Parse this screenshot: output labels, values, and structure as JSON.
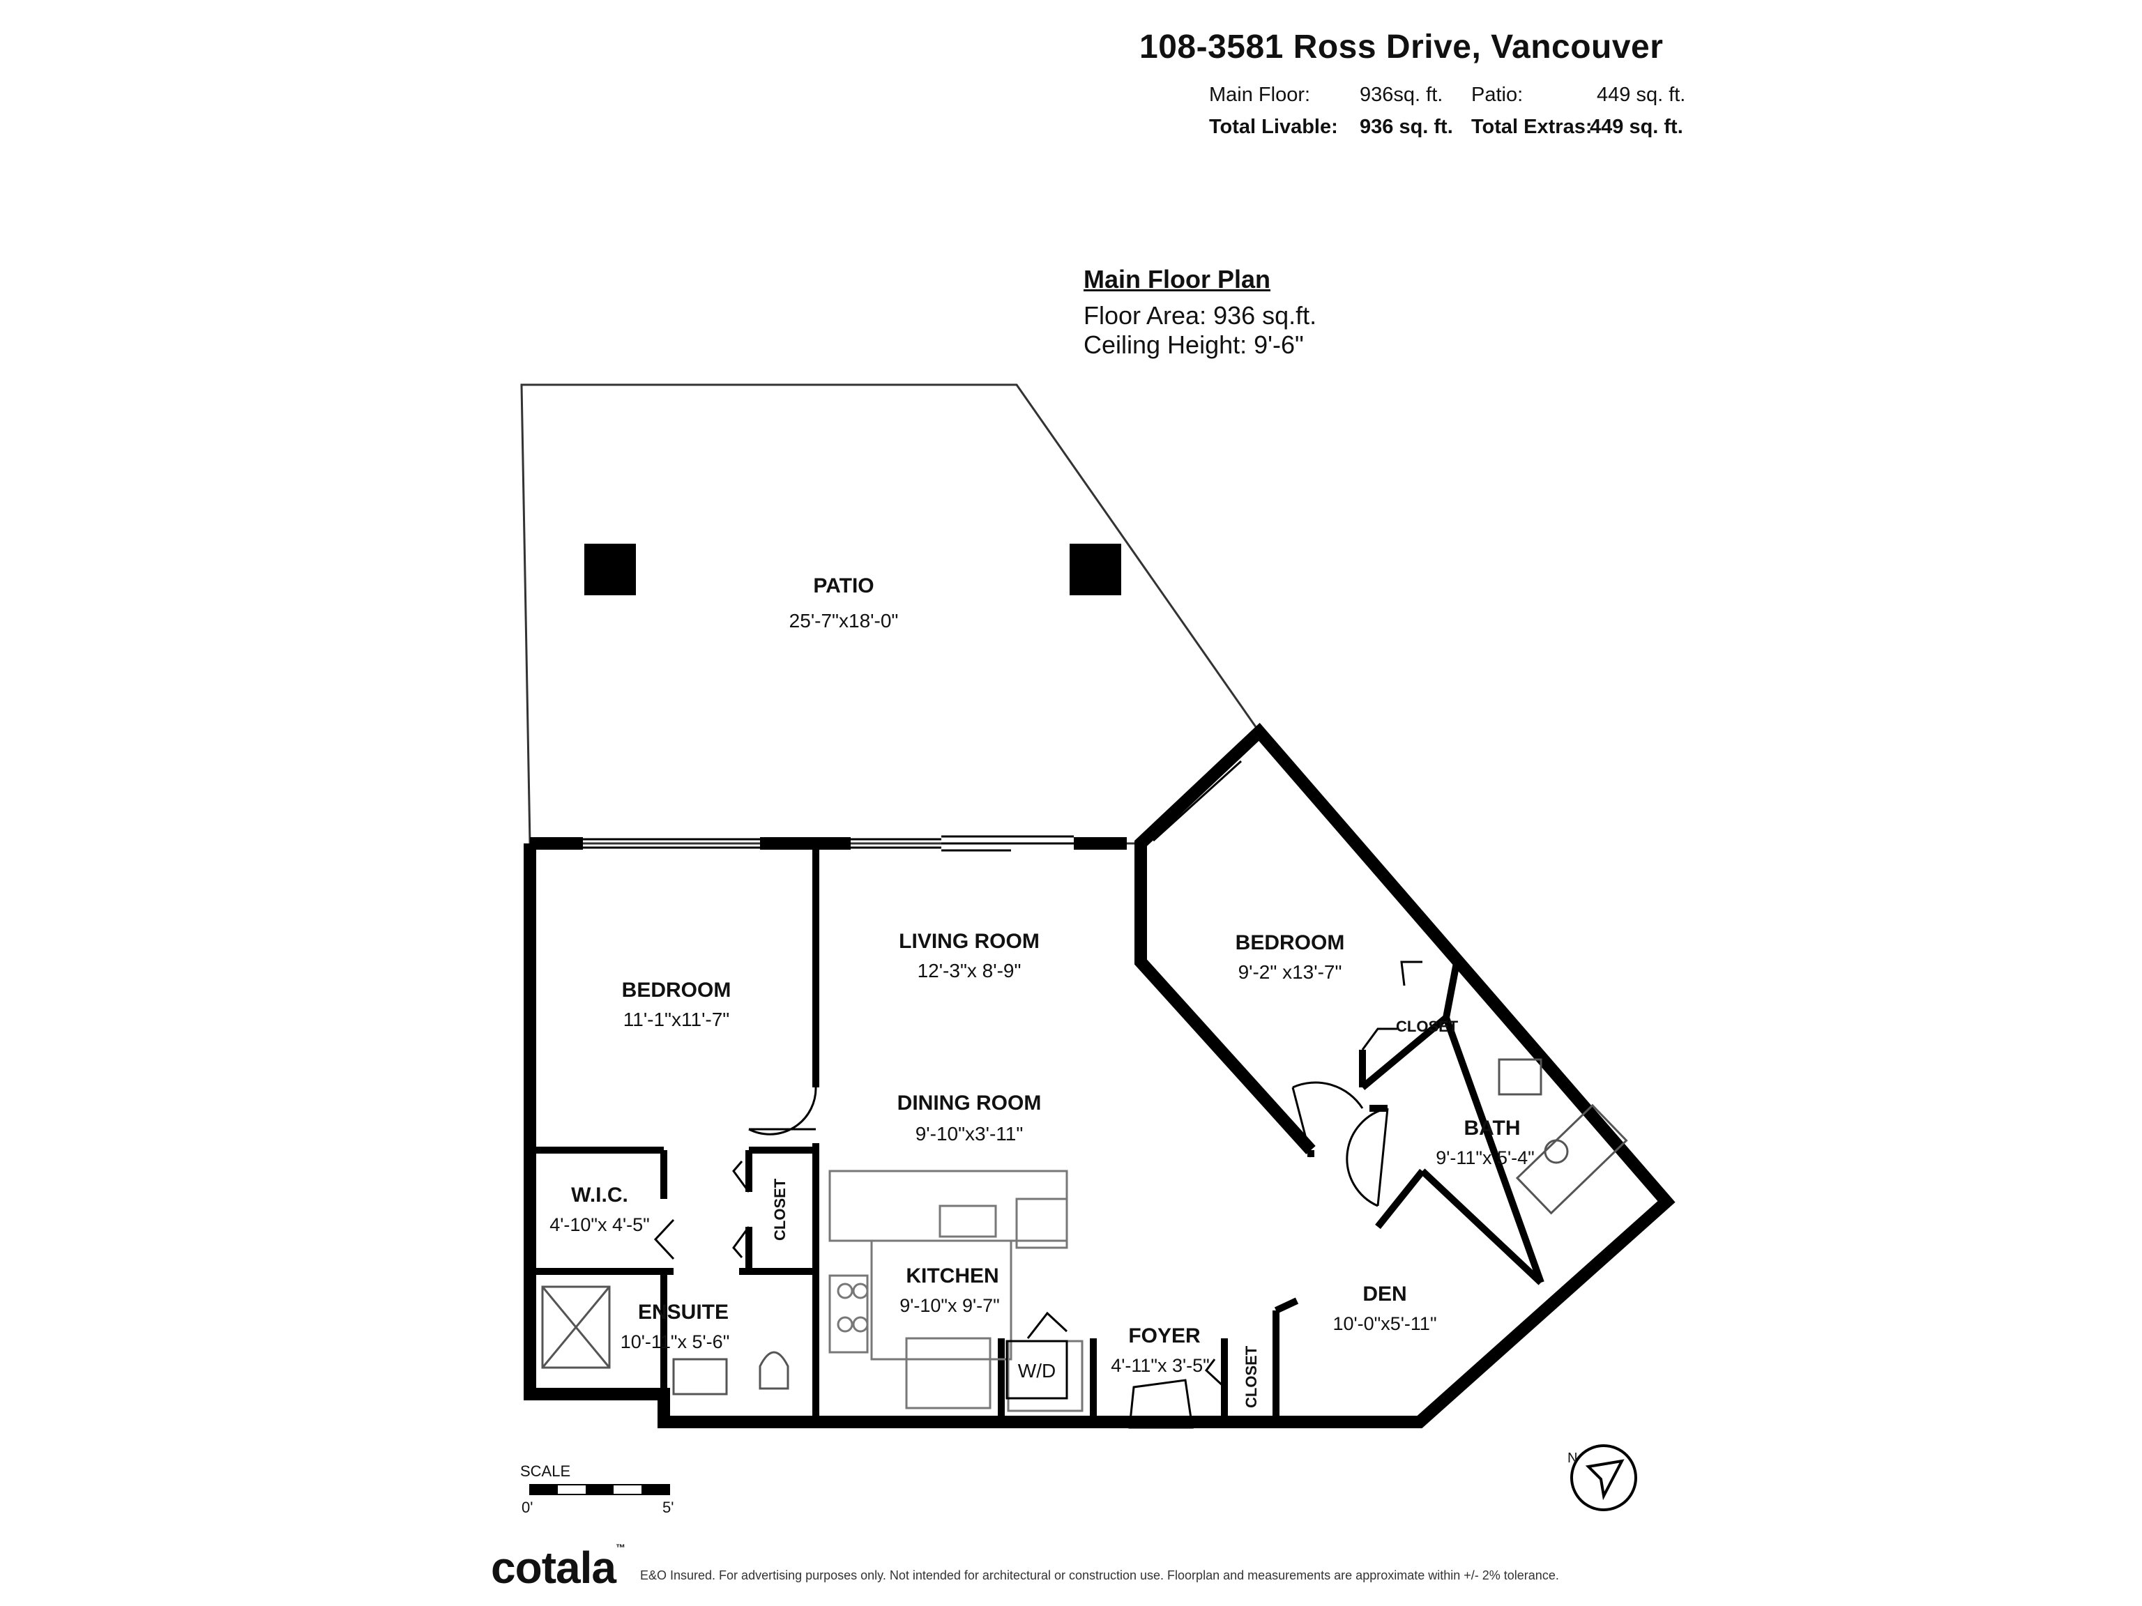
{
  "header": {
    "address": "108-3581 Ross Drive, Vancouver",
    "main_floor_label": "Main Floor:",
    "main_floor_value": "936",
    "patio_label": "Patio:",
    "patio_value": "449",
    "sqft_unit": "sq. ft.",
    "total_livable_label": "Total Livable:",
    "total_livable_value": "936 sq. ft.",
    "total_extras_label": "Total Extras:",
    "total_extras_value": "449 sq. ft."
  },
  "plan_info": {
    "title": "Main Floor Plan",
    "floor_area": "Floor Area: 936 sq.ft.",
    "ceiling_height": "Ceiling Height: 9'-6\""
  },
  "rooms": {
    "patio": {
      "name": "PATIO",
      "dims": "25'-7\"x18'-0\""
    },
    "bedroom_left": {
      "name": "BEDROOM",
      "dims": "11'-1\"x11'-7\""
    },
    "living_room": {
      "name": "LIVING ROOM",
      "dims": "12'-3\"x 8'-9\""
    },
    "dining_room": {
      "name": "DINING ROOM",
      "dims": "9'-10\"x3'-11\""
    },
    "bedroom_right": {
      "name": "BEDROOM",
      "dims": "9'-2\" x13'-7\""
    },
    "wic": {
      "name": "W.I.C.",
      "dims": "4'-10\"x 4'-5\""
    },
    "ensuite": {
      "name": "ENSUITE",
      "dims": "10'-11\"x 5'-6\""
    },
    "kitchen": {
      "name": "KITCHEN",
      "dims": "9'-10\"x 9'-7\""
    },
    "foyer": {
      "name": "FOYER",
      "dims": "4'-11\"x 3'-5\""
    },
    "bath": {
      "name": "BATH",
      "dims": "9'-11\"x 5'-4\""
    },
    "den": {
      "name": "DEN",
      "dims": "10'-0\"x5'-11\""
    }
  },
  "labels": {
    "closet": "CLOSET",
    "closet_left": "CLOSET",
    "closet_foyer": "CLOSET",
    "washer_dryer": "W/D",
    "compass_n": "N",
    "scale": "SCALE",
    "scale_start": "0'",
    "scale_end": "5'"
  },
  "footer": {
    "logo": "cotala",
    "trademark": "™",
    "disclaimer": "E&O Insured. For advertising purposes only. Not intended for architectural or construction use. Floorplan and measurements are approximate within +/- 2% tolerance."
  },
  "colors": {
    "wall": "#000000",
    "fixture": "#555555",
    "background": "#ffffff"
  }
}
